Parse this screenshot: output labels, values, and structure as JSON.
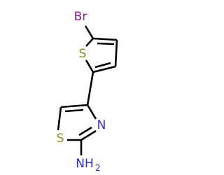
{
  "molecule": {
    "atoms": {
      "br": {
        "symbol": "Br",
        "color": "#8b1f8f"
      },
      "s_thiophene": {
        "symbol": "S",
        "color": "#8c8c2a"
      },
      "s_thiazole": {
        "symbol": "S",
        "color": "#8c8c2a"
      },
      "n_thiazole": {
        "symbol": "N",
        "color": "#2c2ccc"
      },
      "nh2": {
        "symbol": "NH",
        "subscript": "2",
        "color": "#2c2ccc"
      }
    },
    "bond_color": "#000000"
  }
}
